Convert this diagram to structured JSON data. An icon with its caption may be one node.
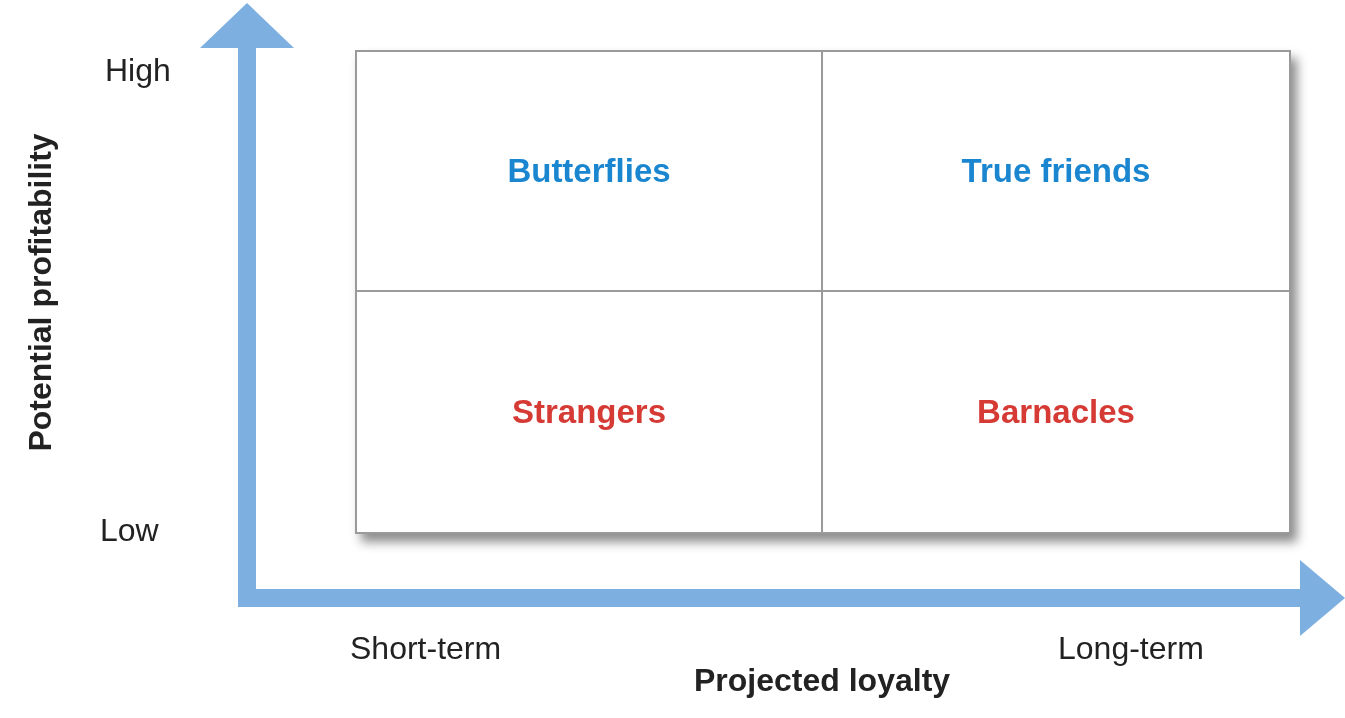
{
  "diagram": {
    "nodes": [
      {
        "text": [
          "Butterflies"
        ]
      },
      {
        "text": [
          "True friends"
        ]
      },
      {
        "text": [
          "Strangers"
        ]
      },
      {
        "text": [
          "Barnacles"
        ]
      }
    ],
    "edges": [],
    "labels": [
      "High",
      "Potential profitability",
      "Low",
      "Short-term",
      "Long-term",
      "Projected loyalty"
    ]
  }
}
